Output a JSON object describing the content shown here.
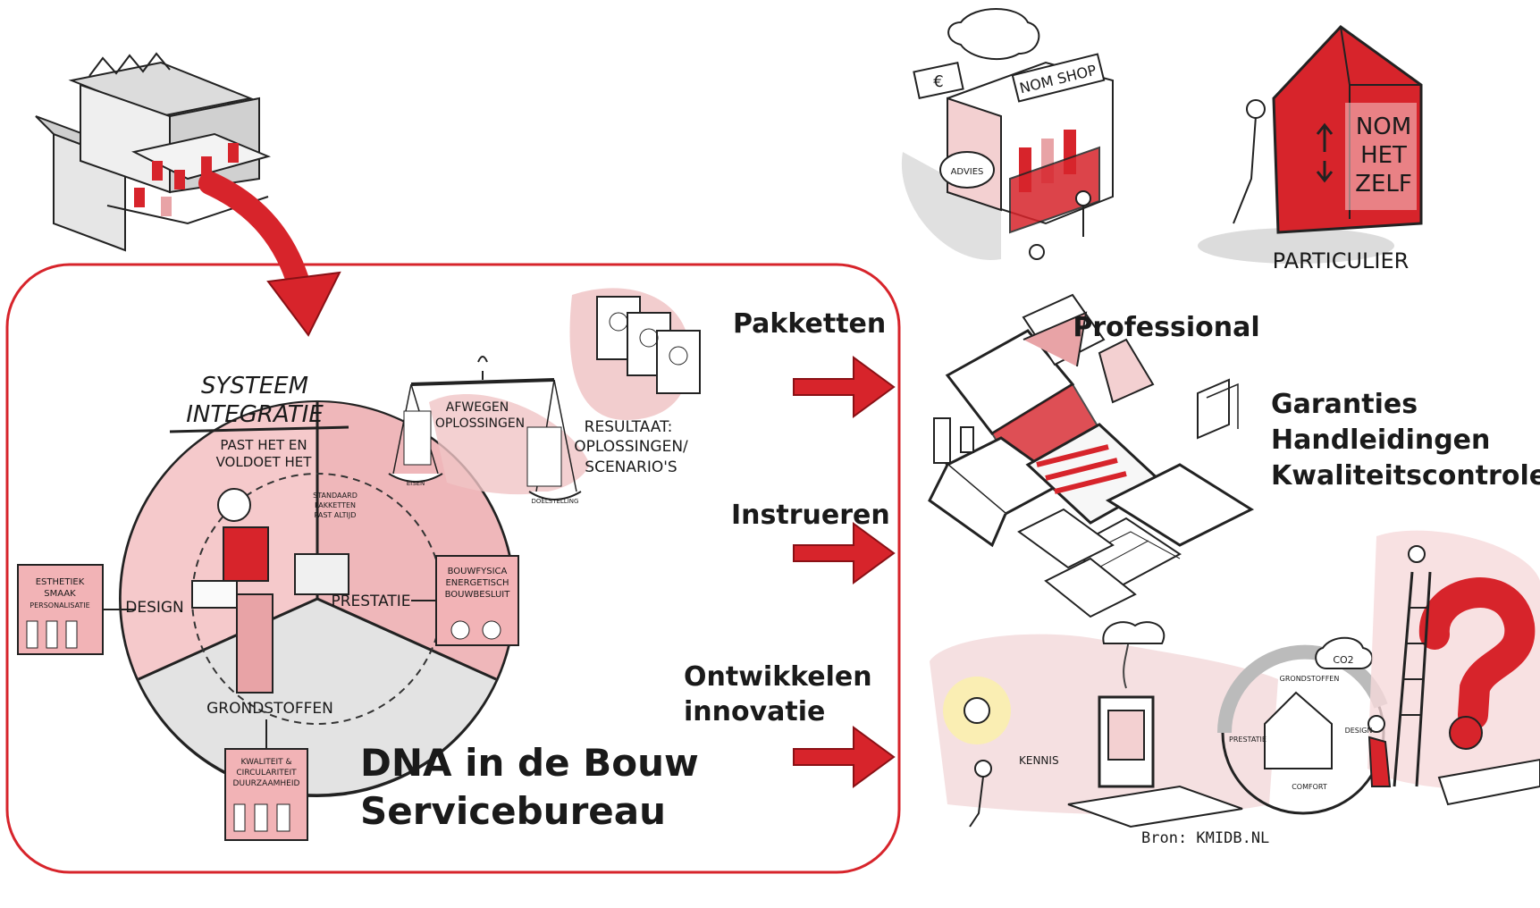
{
  "colors": {
    "accent": "#d7242b",
    "accent_light": "#e8a3a6",
    "ink": "#1a1a1a",
    "grey": "#d9d9d9"
  },
  "main_title": {
    "line1": "DNA in de Bouw",
    "line2": "Servicebureau"
  },
  "system": {
    "title_line1": "SYSTEEM",
    "title_line2": "INTEGRATIE",
    "subtitle_line1": "PAST HET EN",
    "subtitle_line2": "VOLDOET HET",
    "inner_note_line1": "STANDAARD",
    "inner_note_line2": "PAKKETTEN",
    "inner_note_line3": "PAST ALTIJD",
    "segments": {
      "design": "DESIGN",
      "prestatie": "PRESTATIE",
      "grondstoffen": "GRONDSTOFFEN"
    }
  },
  "side_boxes": {
    "left": [
      "ESTHETIEK",
      "SMAAK",
      "PERSONALISATIE"
    ],
    "right": [
      "BOUWFYSICA",
      "ENERGETISCH",
      "BOUWBESLUIT"
    ],
    "bottom": [
      "KWALITEIT &",
      "CIRCULARITEIT",
      "DUURZAAMHEID"
    ]
  },
  "scale": {
    "label_line1": "AFWEGEN",
    "label_line2": "OPLOSSINGEN",
    "left_pan": "EISEN",
    "right_pan": "DOELSTELLING"
  },
  "result": {
    "line1": "RESULTAAT:",
    "line2": "OPLOSSINGEN/",
    "line3": "SCENARIO'S"
  },
  "arrows": {
    "a1": "Pakketten",
    "a2": "Instrueren",
    "a3_line1": "Ontwikkelen",
    "a3_line2": "innovatie"
  },
  "right": {
    "shop_sign": "NOM SHOP",
    "shop_advice": "ADVIES",
    "euro": "€",
    "house_text": [
      "NOM",
      "HET",
      "ZELF"
    ],
    "particulier": "PARTICULIER",
    "professional": "Professional",
    "deliverables": [
      "Garanties",
      "Handleidingen",
      "Kwaliteitscontrole"
    ],
    "kennis": "KENNIS",
    "cycle": {
      "top": "GRONDSTOFFEN",
      "left": "PRESTATIE",
      "right": "DESIGN",
      "bottom": "COMFORT",
      "co2": "CO2"
    },
    "source": "Bron: KMIDB.NL"
  }
}
